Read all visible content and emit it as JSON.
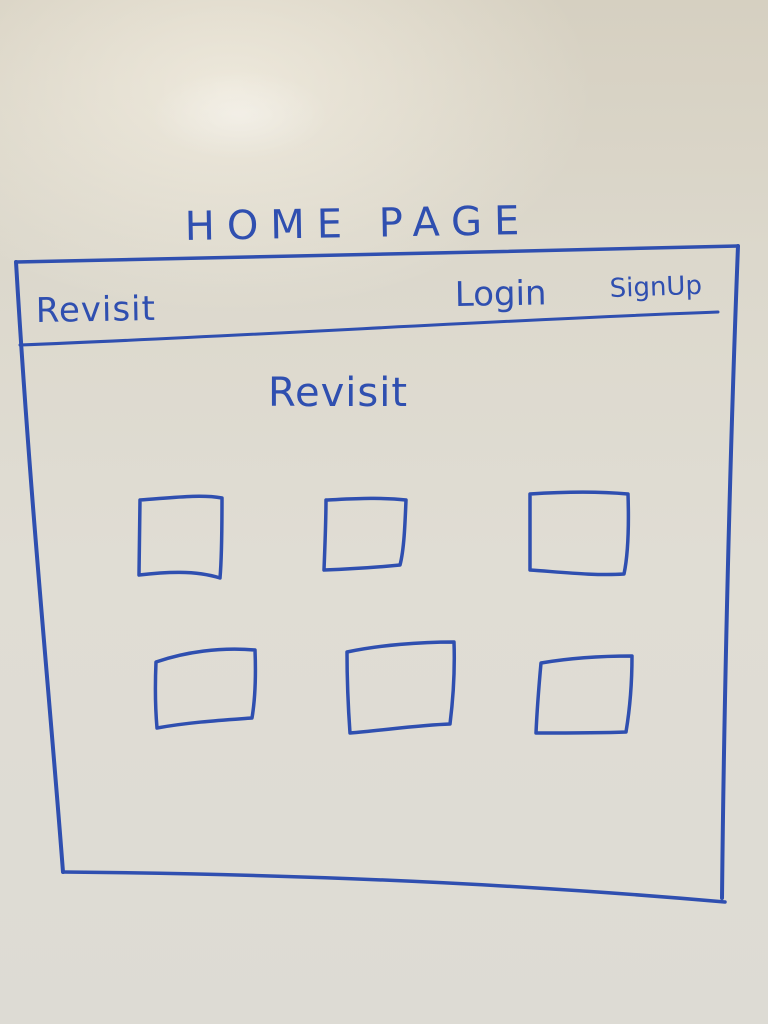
{
  "page_title": "HOME PAGE",
  "navbar": {
    "brand": "Revisit",
    "login_label": "Login",
    "signup_label": "SignUp"
  },
  "main": {
    "heading": "Revisit",
    "placeholder_count": 6
  },
  "colors": {
    "ink": "#2f4fb0",
    "board": "#dedbd2"
  }
}
